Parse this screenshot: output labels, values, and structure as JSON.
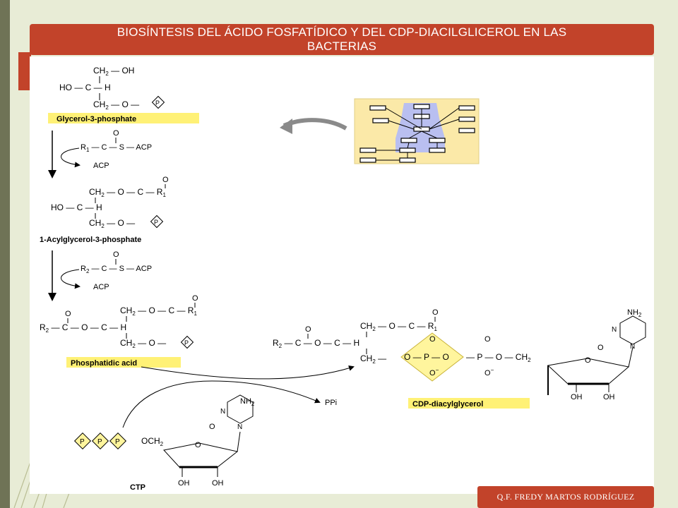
{
  "slide": {
    "title_line1": "BIOSÍNTESIS DEL ÁCIDO FOSFATÍDICO Y DEL CDP-DIACILGLICEROL EN LAS",
    "title_line2": "BACTERIAS",
    "author": "Q.F. FREDY MARTOS RODRÍGUEZ"
  },
  "compounds": {
    "g3p": "Glycerol-3-phosphate",
    "acyl": "1-Acylglycerol-3-phosphate",
    "pa": "Phosphatidic acid",
    "cdp": "CDP-diacylglycerol",
    "ctp": "CTP"
  },
  "reagents": {
    "acp_donor1": "R1–C–S–ACP",
    "acp_out": "ACP",
    "acp_donor2": "R2–C–S–ACP",
    "ppi": "PPi"
  },
  "colors": {
    "accent": "#c2432a",
    "compound_label_bg": "#fff176",
    "phosphate_fill": "#fff59d",
    "pathway_bg": "#fbe9a8",
    "pathway_highlight": "#b9bff0"
  }
}
